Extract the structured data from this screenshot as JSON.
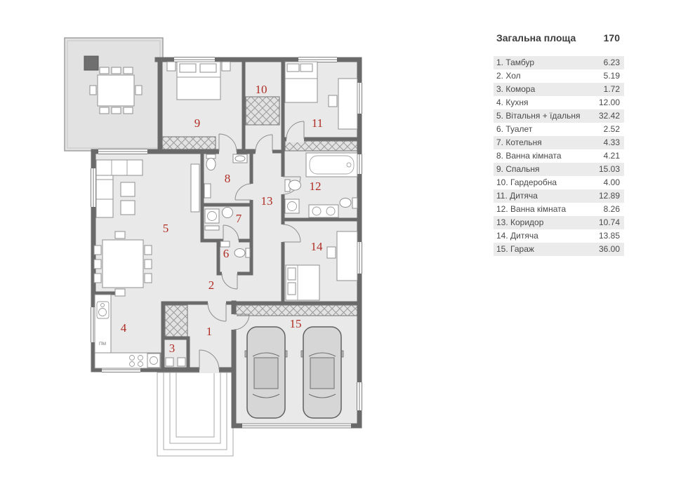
{
  "legend": {
    "title": "Загальна площа",
    "total": "170",
    "rows": [
      {
        "label": "1. Тамбур",
        "value": "6.23"
      },
      {
        "label": "2. Хол",
        "value": "5.19"
      },
      {
        "label": "3. Комора",
        "value": "1.72"
      },
      {
        "label": "4. Кухня",
        "value": "12.00"
      },
      {
        "label": "5. Вітальня + їдальня",
        "value": "32.42"
      },
      {
        "label": "6. Туалет",
        "value": "2.52"
      },
      {
        "label": "7. Котельня",
        "value": "4.33"
      },
      {
        "label": "8. Ванна кімната",
        "value": "4.21"
      },
      {
        "label": "9. Спальня",
        "value": "15.03"
      },
      {
        "label": "10. Гардеробна",
        "value": "4.00"
      },
      {
        "label": "11. Дитяча",
        "value": "12.89"
      },
      {
        "label": "12. Ванна кімната",
        "value": "8.26"
      },
      {
        "label": "13. Коридор",
        "value": "10.74"
      },
      {
        "label": "14. Дитяча",
        "value": "13.85"
      },
      {
        "label": "15. Гараж",
        "value": "36.00"
      }
    ]
  },
  "plan": {
    "room_numbers": [
      "1",
      "2",
      "3",
      "4",
      "5",
      "6",
      "7",
      "8",
      "9",
      "10",
      "11",
      "12",
      "13",
      "14",
      "15"
    ],
    "kitchen_label": "ПМ"
  },
  "colors": {
    "accent": "#b02d24",
    "wall": "#6a6a6a",
    "floor": "#e9e9e9",
    "terrace": "#e2e2e2",
    "legend_alt_row": "#ebebeb"
  }
}
